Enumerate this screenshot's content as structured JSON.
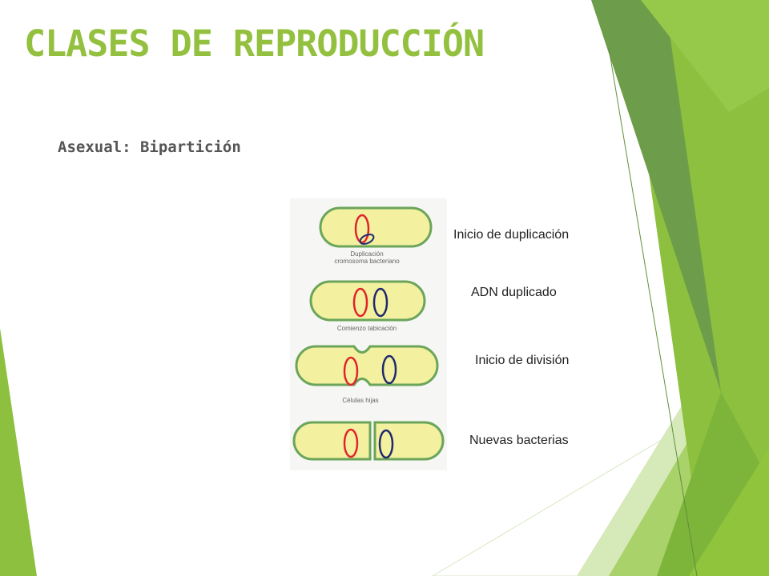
{
  "slide": {
    "title": "CLASES DE REPRODUCCIÓN",
    "subtitle": "Asexual: Bipartición"
  },
  "figure": {
    "captions": [
      "Duplicación",
      "cromosoma bacteriano",
      "Comienzo tabicación",
      "Células hijas"
    ]
  },
  "stages": [
    {
      "label": "Inicio de duplicación"
    },
    {
      "label": "ADN duplicado"
    },
    {
      "label": "Inicio de división"
    },
    {
      "label": "Nuevas bacterias"
    }
  ],
  "colors": {
    "accent_green": "#93c13f",
    "cell_fill": "#f3f0a0",
    "cell_border": "#6aa55a",
    "dna_red": "#e0242a",
    "dna_blue": "#1f2a6e"
  }
}
